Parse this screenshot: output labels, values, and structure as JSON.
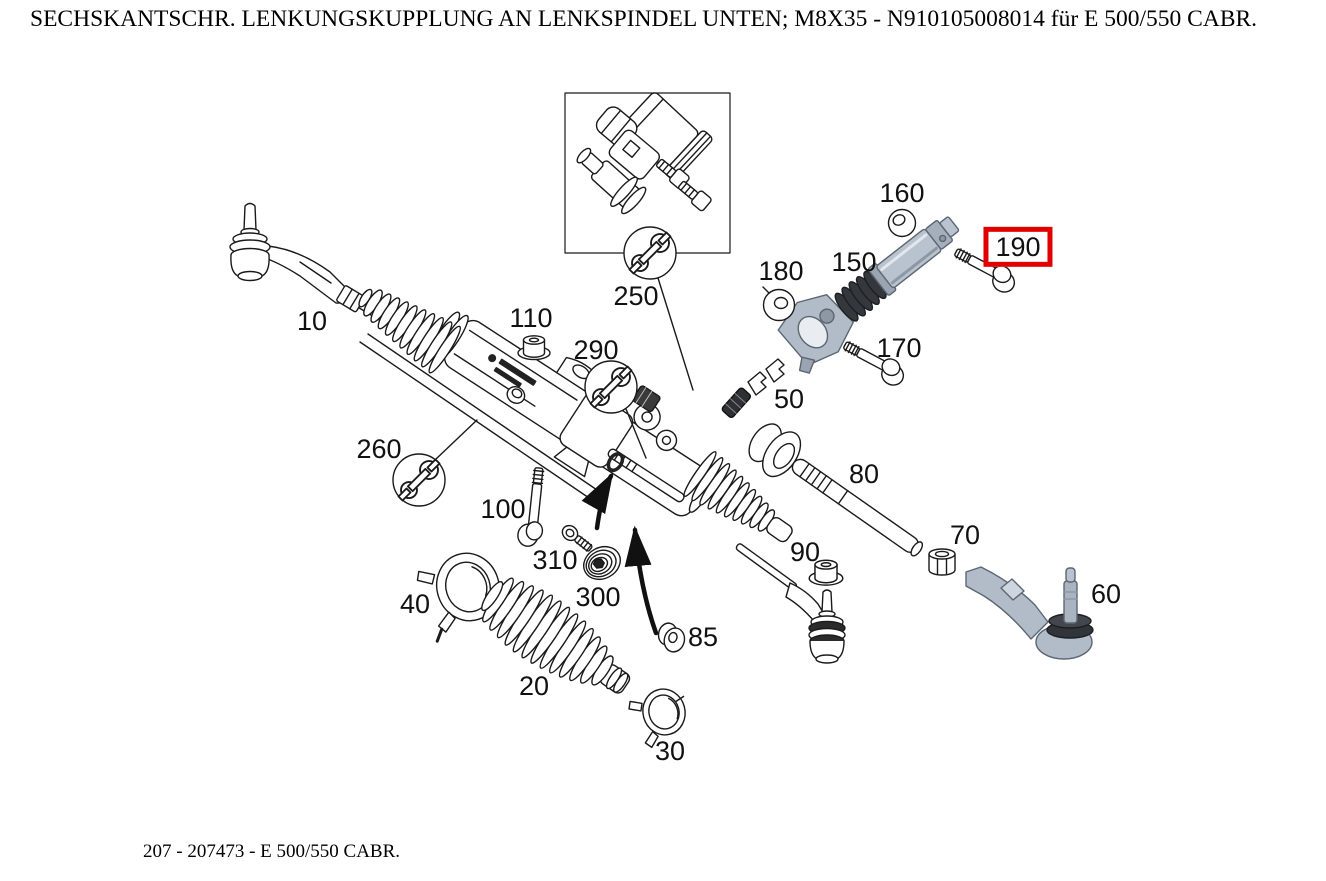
{
  "header": {
    "title": "SECHSKANTSCHR. LENKUNGSKUPPLUNG AN LENKSPINDEL UNTEN; M8X35 - N910105008014 für E 500/550 CABR."
  },
  "footer": {
    "caption": "207 - 207473 - E 500/550 CABR."
  },
  "diagram": {
    "type": "exploded-parts-drawing",
    "highlighted_part": "190",
    "highlight_color": "#e10000",
    "tool_icon": "open-end-wrench",
    "tool_icon_callouts": [
      "250",
      "260",
      "290"
    ],
    "labels": {
      "p10": "10",
      "p20": "20",
      "p30": "30",
      "p40": "40",
      "p50": "50",
      "p60": "60",
      "p70": "70",
      "p80": "80",
      "p85": "85",
      "p90": "90",
      "p100": "100",
      "p110": "110",
      "p150": "150",
      "p160": "160",
      "p170": "170",
      "p180": "180",
      "p190": "190",
      "p250": "250",
      "p260": "260",
      "p290": "290",
      "p300": "300",
      "p310": "310"
    }
  }
}
